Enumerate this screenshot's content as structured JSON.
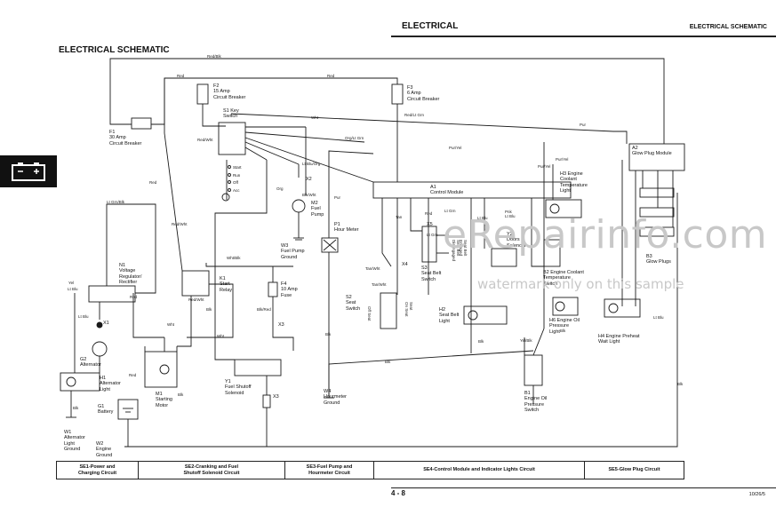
{
  "header": {
    "section": "ELECTRICAL",
    "subsection": "ELECTRICAL SCHEMATIC"
  },
  "title": "ELECTRICAL SCHEMATIC",
  "footer": {
    "circuits": [
      "SE1-Power and\nCharging Circuit",
      "SE2-Cranking and Fuel\nShutoff Solenoid Circuit",
      "SE3-Fuel Pump and\nHourmeter Circuit",
      "SE4-Control Module and Indicator Lights Circuit",
      "SE5-Glow Plug Circuit"
    ],
    "page_number": "4 - 8",
    "date": "10/26/5"
  },
  "components": {
    "f1": "F1\n30 Amp\nCircuit Breaker",
    "f2": "F2\n15 Amp\nCircuit Breaker",
    "f3": "F3\n6 Amp\nCircuit Breaker",
    "f4": "F4\n10 Amp\nFuse",
    "s1": "S1 Key\nSwitch",
    "key_positions": "Start\nRun\nOff\nAcc",
    "m2": "M2\nFuel\nPump",
    "p1": "P1\nHour Meter",
    "w3": "W3\nFuel Pump\nGround",
    "a1": "A1\nControl Module",
    "a2": "A2\nGlow Plug Module",
    "h3": "H3 Engine\nCoolant\nTemperature\nLight",
    "b3": "B3\nGlow Plugs",
    "b2": "B2 Engine Coolant\nTemperature\nSwitch",
    "y2": "Y2\nDoors\nSolenoid",
    "s3": "S3\nSeat Belt\nSwitch",
    "s2": "S2\nSeat\nSwitch",
    "h2": "H2\nSeat Belt\nLight",
    "h6": "H6 Engine Oil\nPressure\nLight",
    "h4": "H4 Engine Preheat\nWait Light",
    "b1": "B1\nEngine Oil\nPressure\nSwitch",
    "n1": "N1\nVoltage\nRegulator/\nRectifier",
    "k1": "K1\nStart\nRelay",
    "g2": "G2\nAlternator",
    "h1": "H1\nAlternator\nLight",
    "g1": "G1\nBattery",
    "m1": "M1\nStarting\nMotor",
    "y1": "Y1\nFuel Shutoff\nSolenoid",
    "w4": "W4\nHourmeter\nGround",
    "w1": "W1\nAlternator\nLight\nGround",
    "w2": "W2\nEngine\nGround"
  },
  "connectors": {
    "x1": "X1",
    "x2": "X2",
    "x3a": "X3",
    "x3b": "X3",
    "x4": "X4",
    "x5": "X5"
  },
  "wire_colors": {
    "red_blk_top": "Red/Blk",
    "red_1": "Red",
    "red_2": "Red",
    "red_3": "Red",
    "red_4": "Red",
    "red_5": "Red",
    "red_6": "Red",
    "red_wht_1": "Red/Wht",
    "red_wht_2": "Red/Wht",
    "red_wht_3": "Red/Wht",
    "wht_1": "Wht",
    "wht_2": "Wht",
    "wht_3": "Wht",
    "wht_blk": "Wht/Blk",
    "org_lt_grn": "Org/Lt Grn",
    "pur_yel_1": "Pur/Yel",
    "pur_yel_2": "Pur/Yel",
    "pur_yel_3": "Pur/Yel",
    "pur_1": "Pur",
    "pur_2": "Pur",
    "lt_grn_blk": "Lt Grn/Blk",
    "lt_grn_1": "Lt Grn",
    "lt_grn_2": "Lt Grn",
    "lt_blu_org": "Lt Blu/Org",
    "blk_wht": "Blk/Wht",
    "org": "Org",
    "blk_red": "Blk/Red",
    "tan_wht_1": "Tan/Wht",
    "tan_wht_2": "Tan/Wht",
    "tan": "Tan",
    "yel": "Yel",
    "lt_blu": "Lt Blu",
    "red_lt_grn": "Red/Lt Grn",
    "pnk_lt_blu": "Pnk\nLt Blu",
    "lt_blu_2": "Lt Blu",
    "yel_blk": "Yel/Blk",
    "lt_blu_3": "Lt Blu",
    "lt_blu_4": "Lt Blu",
    "blk_1": "Blk",
    "blk_2": "Blk",
    "blk_3": "Blk",
    "blk_4": "Blk",
    "blk_5": "Blk",
    "blk_6": "Blk",
    "blk_7": "Blk",
    "blk_8": "Blk"
  },
  "switch_labels": {
    "seat_belt_open": "Seat Belt\nDisengaged",
    "seat_belt_closed": "Seat Belt\nEngaged",
    "seat_on": "Seat\nOn Seat",
    "seat_off": "Off Seat"
  },
  "watermark": {
    "main": "eRepairinfo.com",
    "sub": "watermark only on this sample"
  }
}
